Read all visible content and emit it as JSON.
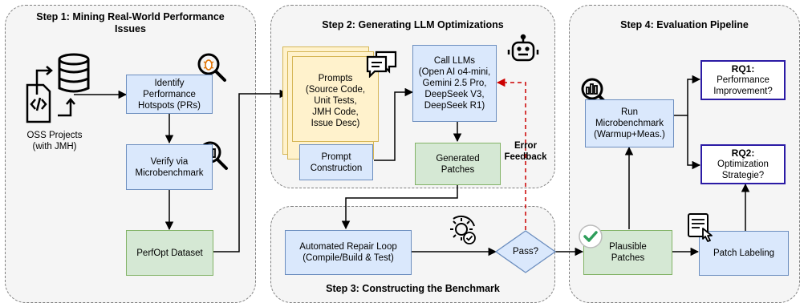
{
  "step1": {
    "title": "Step 1: Mining Real-World Performance\nIssues",
    "oss_label": "OSS Projects\n(with JMH)",
    "identify": "Identify\nPerformance\nHotspots (PRs)",
    "verify": "Verify via\nMicrobenchmark",
    "dataset": "PerfOpt Dataset"
  },
  "step2": {
    "title": "Step 2: Generating LLM Optimizations",
    "prompts": "Prompts\n(Source Code,\nUnit Tests,\nJMH Code,\nIssue Desc)",
    "prompt_construction": "Prompt\nConstruction",
    "call_llms": "Call LLMs\n(Open AI o4-mini,\nGemini 2.5 Pro,\nDeepSeek V3,\nDeepSeek R1)",
    "generated_patches": "Generated\nPatches"
  },
  "step3": {
    "title": "Step 3: Constructing the Benchmark",
    "repair_loop": "Automated Repair Loop\n(Compile/Build & Test)",
    "pass": "Pass?",
    "error_feedback": "Error\nFeedback"
  },
  "step4": {
    "title": "Step 4: Evaluation Pipeline",
    "run_micro": "Run\nMicrobenchmark\n(Warmup+Meas.)",
    "plausible": "Plausible\nPatches",
    "patch_labeling": "Patch Labeling",
    "rq1_title": "RQ1:",
    "rq1_text": "Performance\nImprovement?",
    "rq2_title": "RQ2:",
    "rq2_text": "Optimization\nStrategie?"
  },
  "colors": {
    "blue_fill": "#dae8fc",
    "green_fill": "#d5e8d4",
    "yellow_fill": "#fff2cc",
    "rq_border": "#2b1ba5",
    "feedback_arrow": "#cc0000",
    "check_green": "#2e9e5b"
  },
  "icons": [
    "database-icon",
    "code-file-icon",
    "bug-magnifier-icon",
    "chart-magnifier-icon",
    "chat-bubbles-icon",
    "robot-icon",
    "gear-refresh-icon",
    "checkmark-icon",
    "document-pointer-icon"
  ]
}
